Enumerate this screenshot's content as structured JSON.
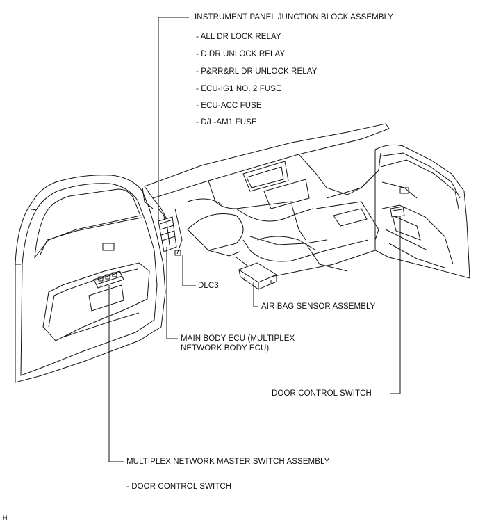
{
  "labels": {
    "junction_block": "INSTRUMENT PANEL JUNCTION BLOCK ASSEMBLY",
    "junction_items": [
      "- ALL DR LOCK RELAY",
      "- D DR UNLOCK RELAY",
      "- P&RR&RL DR UNLOCK RELAY",
      "- ECU-IG1 NO. 2 FUSE",
      "- ECU-ACC FUSE",
      "- D/L-AM1 FUSE"
    ],
    "dlc3": "DLC3",
    "air_bag_sensor": "AIR BAG SENSOR ASSEMBLY",
    "main_body_ecu_line1": "MAIN BODY ECU (MULTIPLEX",
    "main_body_ecu_line2": "NETWORK BODY ECU)",
    "door_control_switch": "DOOR CONTROL SWITCH",
    "master_switch": "MULTIPLEX NETWORK MASTER SWITCH ASSEMBLY",
    "master_switch_item": "- DOOR CONTROL SWITCH",
    "corner_code": "H"
  }
}
